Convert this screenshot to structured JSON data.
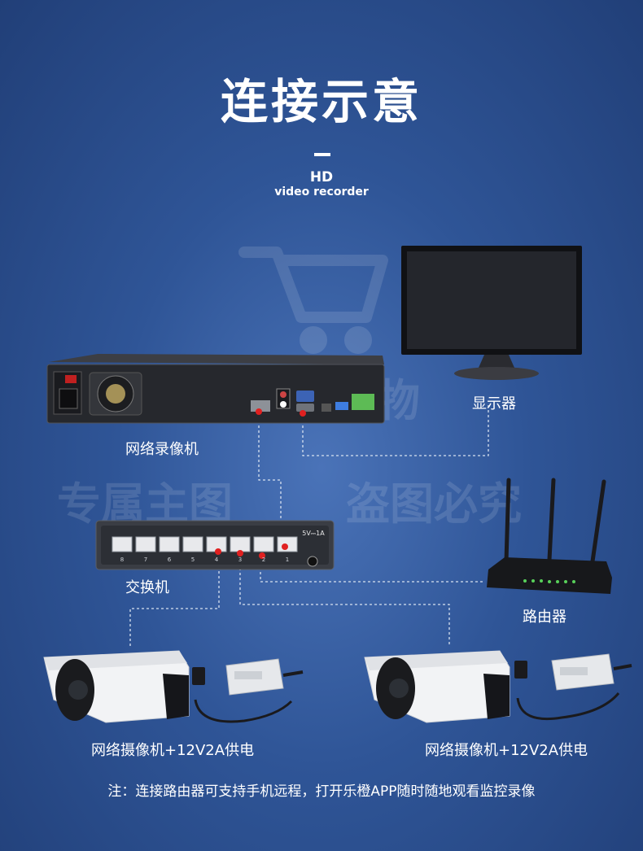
{
  "header": {
    "title": "连接示意",
    "hd": "HD",
    "subtitle": "video recorder"
  },
  "devices": {
    "nvr": "网络录像机",
    "monitor": "显示器",
    "switch": "交换机",
    "router": "路由器",
    "camera_left": "网络摄像机+12V2A供电",
    "camera_right": "网络摄像机+12V2A供电"
  },
  "switch_panel": {
    "power_label": "5V⎓1A",
    "port_numbers": [
      "8",
      "7",
      "6",
      "5",
      "4",
      "3",
      "2",
      "1"
    ]
  },
  "watermarks": {
    "brand": "三能购物",
    "left": "专属主图",
    "right": "盗图必究"
  },
  "footer": {
    "note": "注：连接路由器可支持手机远程，打开乐橙APP随时随地观看监控录像"
  },
  "colors": {
    "background": "#2f5597",
    "port_dot": "#e02020",
    "connector_line": "#d8e2f0"
  }
}
